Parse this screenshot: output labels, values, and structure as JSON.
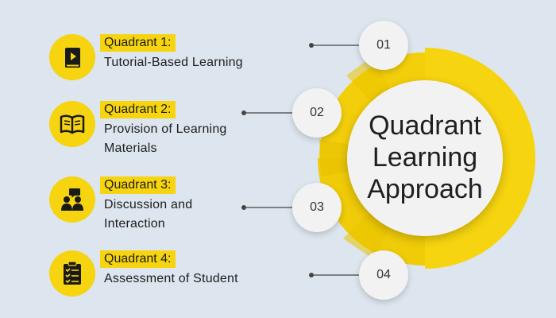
{
  "center": {
    "line1": "Quadrant",
    "line2": "Learning",
    "line3": "Approach"
  },
  "quadrants": [
    {
      "title": "Quadrant 1:",
      "line1": "Tutorial-Based Learning",
      "line2": "",
      "number": "01",
      "icon": "video-book-icon"
    },
    {
      "title": "Quadrant 2:",
      "line1": "Provision of Learning",
      "line2": "Materials",
      "number": "02",
      "icon": "open-book-icon"
    },
    {
      "title": "Quadrant 3:",
      "line1": "Discussion and",
      "line2": "Interaction",
      "number": "03",
      "icon": "discussion-people-icon"
    },
    {
      "title": "Quadrant 4:",
      "line1": "Assessment of Student",
      "line2": "",
      "number": "04",
      "icon": "checklist-clipboard-icon"
    }
  ],
  "colors": {
    "accent": "#f6d40f",
    "accent_dark": "#e2bd00",
    "background": "#dde5ee",
    "circle": "#f2f2f2",
    "connector": "#444444"
  }
}
